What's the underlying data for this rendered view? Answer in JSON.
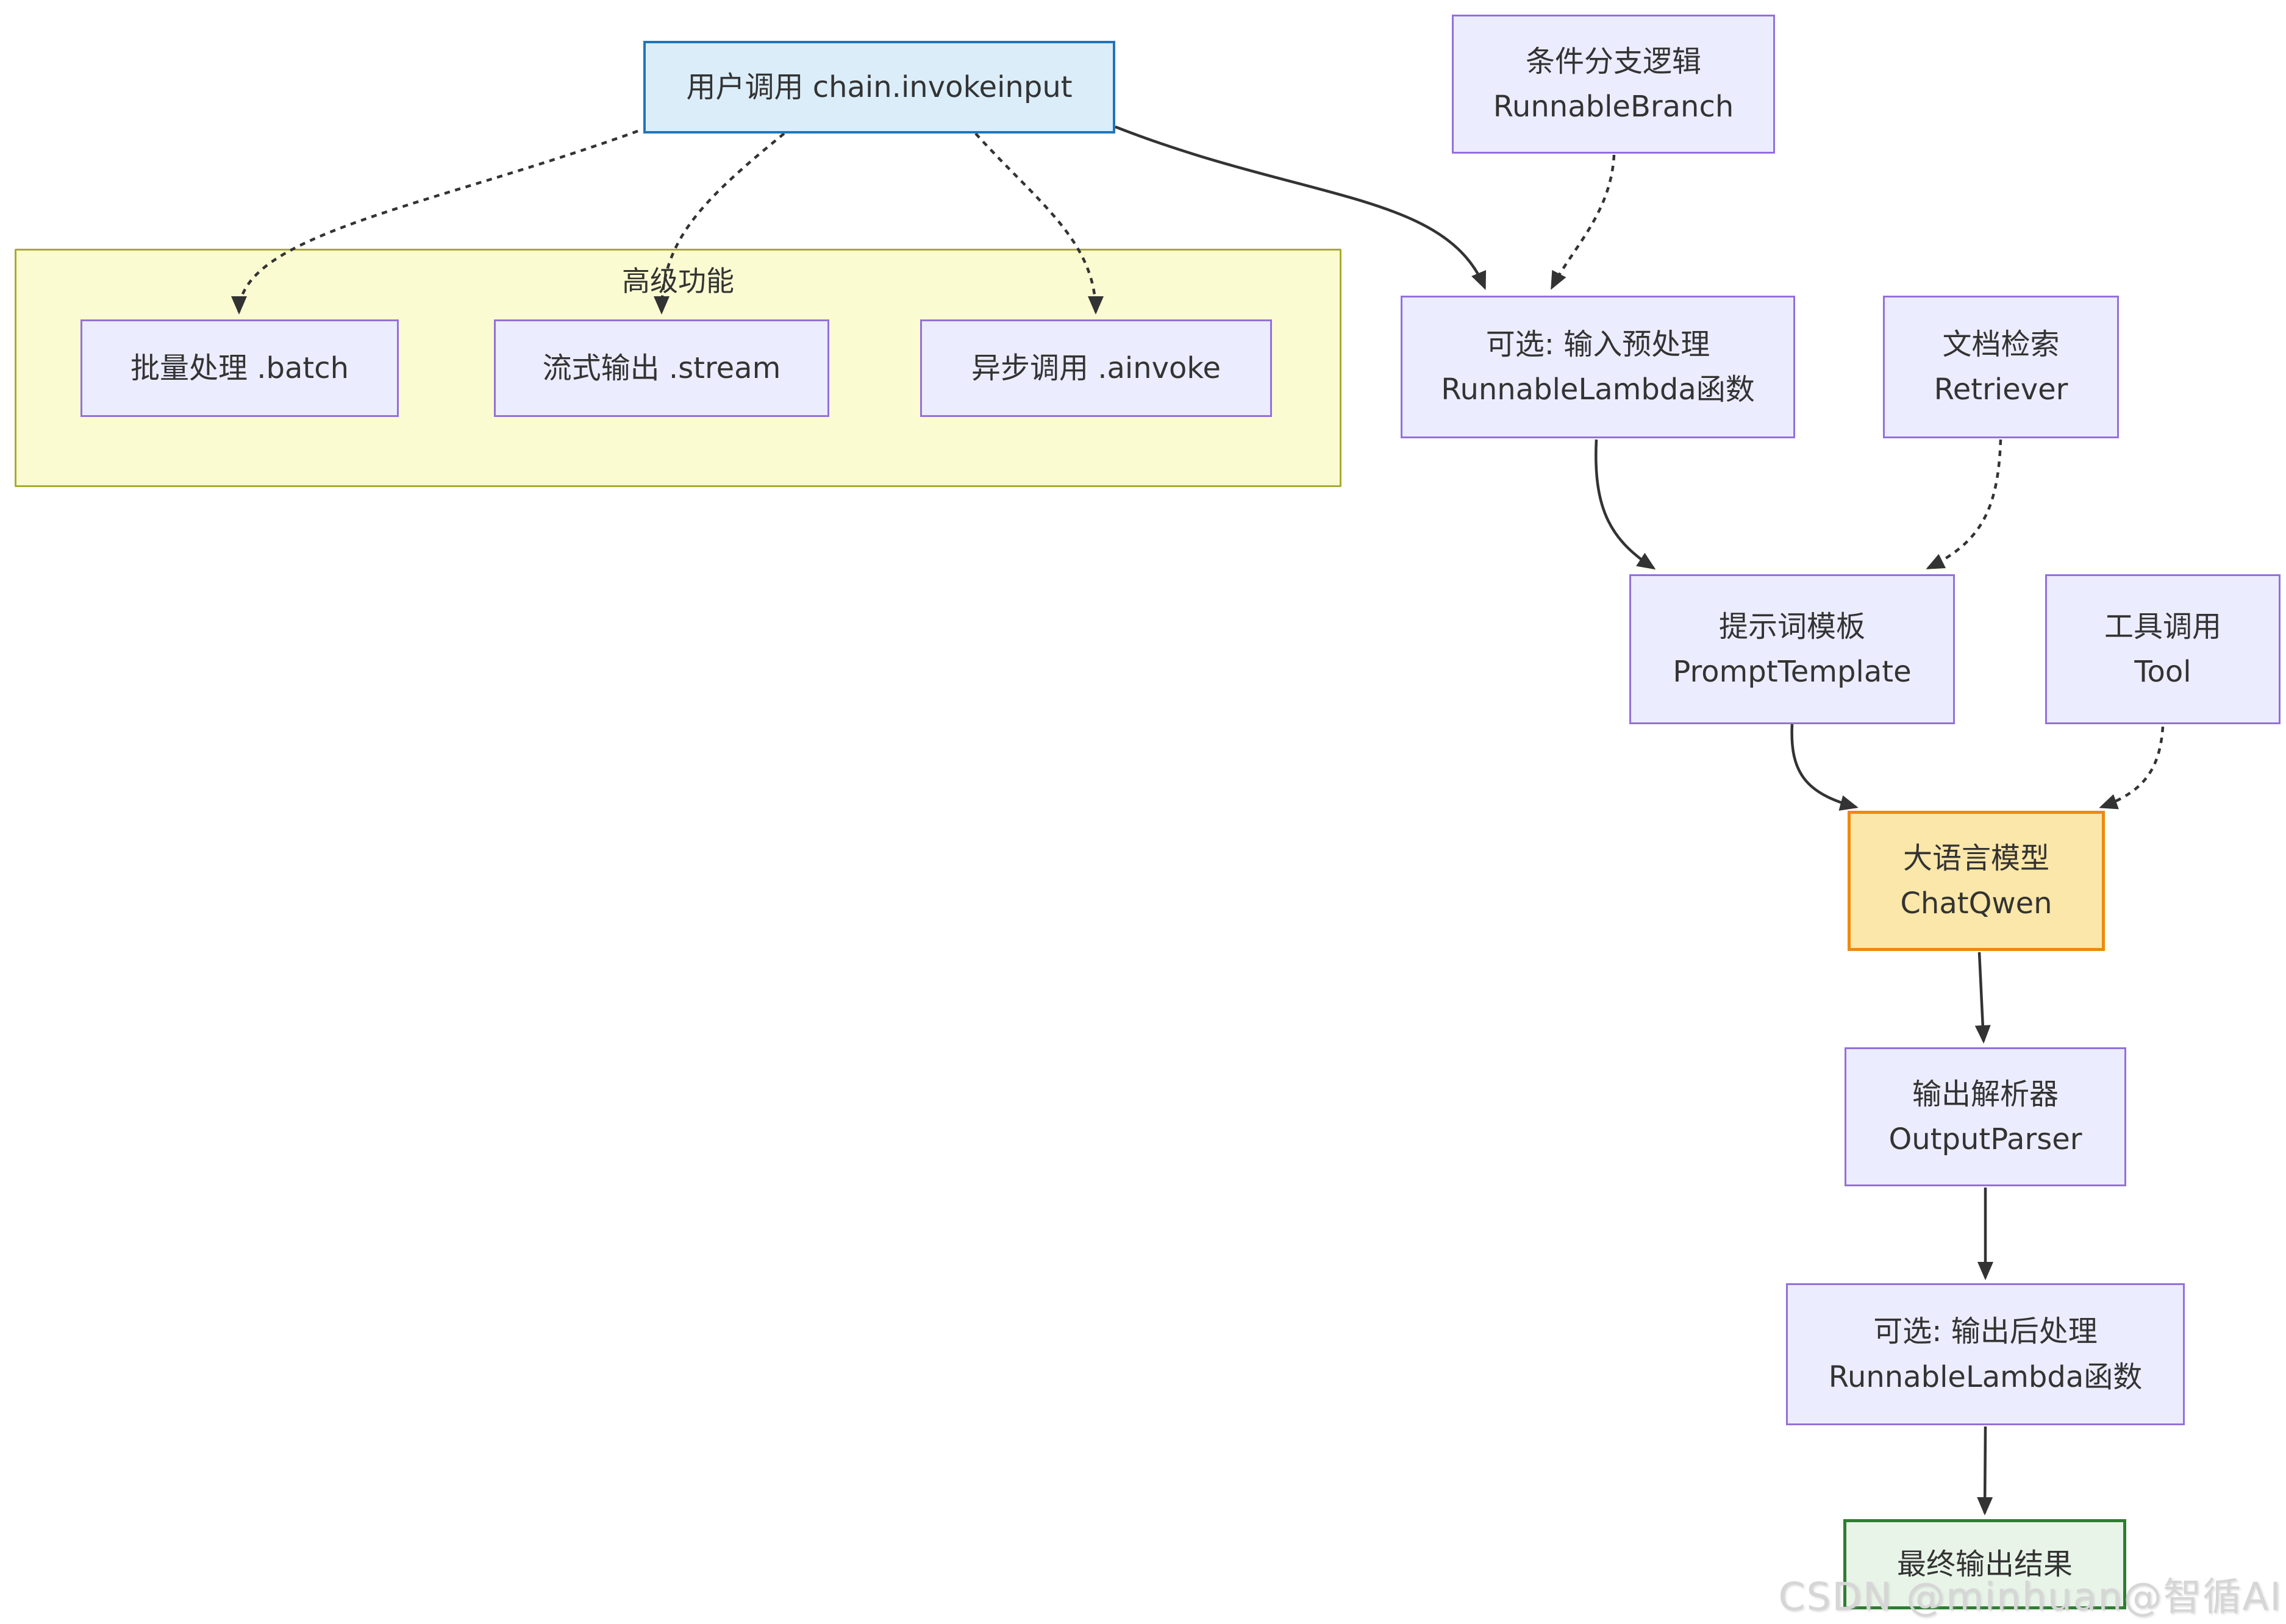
{
  "cluster": {
    "label": "高级功能"
  },
  "nodes": {
    "user_invoke": {
      "lines": [
        "用户调用 chain.invokeinput"
      ]
    },
    "branch": {
      "lines": [
        "条件分支逻辑",
        "RunnableBranch"
      ]
    },
    "batch": {
      "lines": [
        "批量处理 .batch"
      ]
    },
    "stream": {
      "lines": [
        "流式输出 .stream"
      ]
    },
    "ainvoke": {
      "lines": [
        "异步调用 .ainvoke"
      ]
    },
    "preprocess": {
      "lines": [
        "可选: 输入预处理",
        "RunnableLambda函数"
      ]
    },
    "retriever": {
      "lines": [
        "文档检索",
        "Retriever"
      ]
    },
    "prompt": {
      "lines": [
        "提示词模板",
        "PromptTemplate"
      ]
    },
    "tool": {
      "lines": [
        "工具调用",
        "Tool"
      ]
    },
    "llm": {
      "lines": [
        "大语言模型",
        "ChatQwen"
      ]
    },
    "parser": {
      "lines": [
        "输出解析器",
        "OutputParser"
      ]
    },
    "postprocess": {
      "lines": [
        "可选: 输出后处理",
        "RunnableLambda函数"
      ]
    },
    "final": {
      "lines": [
        "最终输出结果"
      ]
    }
  },
  "edges": [
    {
      "from": "用户调用 chain.invokeinput",
      "to": "批量处理 .batch",
      "style": "dotted"
    },
    {
      "from": "用户调用 chain.invokeinput",
      "to": "流式输出 .stream",
      "style": "dotted"
    },
    {
      "from": "用户调用 chain.invokeinput",
      "to": "异步调用 .ainvoke",
      "style": "dotted"
    },
    {
      "from": "用户调用 chain.invokeinput",
      "to": "可选: 输入预处理 RunnableLambda函数",
      "style": "solid"
    },
    {
      "from": "条件分支逻辑 RunnableBranch",
      "to": "可选: 输入预处理 RunnableLambda函数",
      "style": "dotted"
    },
    {
      "from": "可选: 输入预处理 RunnableLambda函数",
      "to": "提示词模板 PromptTemplate",
      "style": "solid"
    },
    {
      "from": "文档检索 Retriever",
      "to": "提示词模板 PromptTemplate",
      "style": "dotted"
    },
    {
      "from": "提示词模板 PromptTemplate",
      "to": "大语言模型 ChatQwen",
      "style": "solid"
    },
    {
      "from": "工具调用 Tool",
      "to": "大语言模型 ChatQwen",
      "style": "dotted"
    },
    {
      "from": "大语言模型 ChatQwen",
      "to": "输出解析器 OutputParser",
      "style": "solid"
    },
    {
      "from": "输出解析器 OutputParser",
      "to": "可选: 输出后处理 RunnableLambda函数",
      "style": "solid"
    },
    {
      "from": "可选: 输出后处理 RunnableLambda函数",
      "to": "最终输出结果",
      "style": "solid"
    }
  ],
  "watermark": {
    "text": "CSDN @minhuan@智循AI"
  },
  "colors": {
    "node_fill": "#ECECFF",
    "node_border": "#9370DB",
    "user_fill": "#DBEDF9",
    "user_border": "#2075B8",
    "cluster_fill": "#FBFBD2",
    "cluster_border": "#AAAA33",
    "llm_fill": "#FAE7A9",
    "llm_border": "#EE8A0D",
    "final_fill": "#E9F4E9",
    "final_border": "#2F7D32",
    "edge": "#333333",
    "text": "#333333",
    "watermark": "#D6D6D6"
  }
}
